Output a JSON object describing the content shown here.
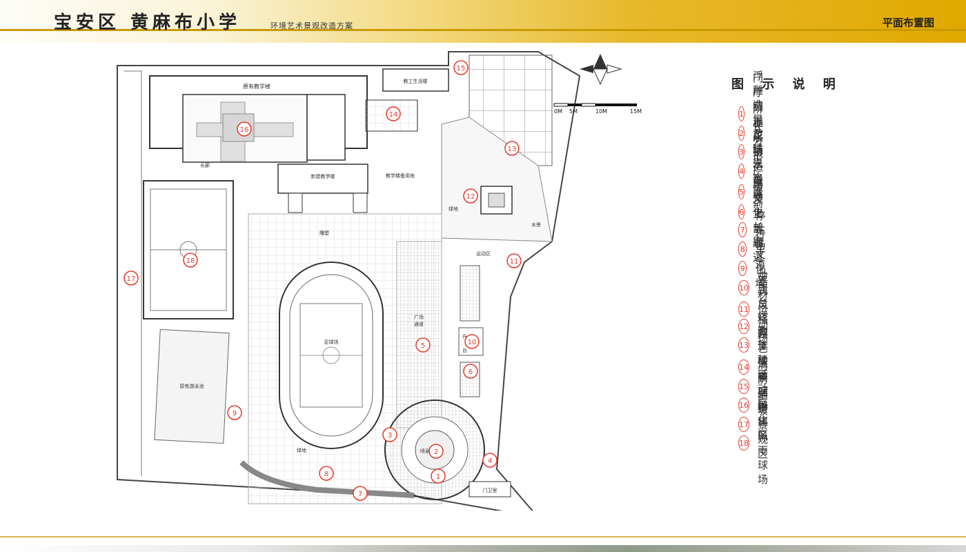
{
  "header": {
    "title": "宝安区 黄麻布小学",
    "subtitle": "环境艺术景观改造方案",
    "page_label": "平面布置图"
  },
  "legend": {
    "title": "图 示 说 明",
    "items": [
      {
        "num": "1",
        "label": "门厅圆形广场"
      },
      {
        "num": "2",
        "label": "浮雕造景及喷泉水景"
      },
      {
        "num": "3",
        "label": "阶梯水景造型墙"
      },
      {
        "num": "4",
        "label": "花坛水景造型"
      },
      {
        "num": "5",
        "label": "长方形广场及上部通道"
      },
      {
        "num": "6",
        "label": "原文化长廊"
      },
      {
        "num": "7",
        "label": "停车场"
      },
      {
        "num": "8",
        "label": "行车道"
      },
      {
        "num": "9",
        "label": "文化墙"
      },
      {
        "num": "10",
        "label": "升旗台"
      },
      {
        "num": "11",
        "label": "器材运动场"
      },
      {
        "num": "12",
        "label": "中式风格园艺造景"
      },
      {
        "num": "13",
        "label": "综合体验区"
      },
      {
        "num": "14",
        "label": "教工楼活动区"
      },
      {
        "num": "15",
        "label": "消防通道"
      },
      {
        "num": "16",
        "label": "中庭绿化区"
      },
      {
        "num": "17",
        "label": "护坡景观区"
      },
      {
        "num": "18",
        "label": "新建风雨球场"
      }
    ]
  },
  "scale_bar": {
    "labels": [
      "0M",
      "5M",
      "10M",
      "15M"
    ]
  },
  "plan_labels": {
    "old_teaching_building": "原有教学楼",
    "staff_building": "教工生活楼",
    "corridor": "长廊",
    "new_teaching_building": "新建教学楼",
    "teaching_reserve": "教学楼备用地",
    "sculpture": "雕塑",
    "sports_area": "运动区",
    "green_1": "绿地",
    "green_2": "绿地",
    "water": "水景",
    "plaza_passage_1": "广场",
    "plaza_passage_2": "通道",
    "football_field": "足球场",
    "pool": "原有游泳池",
    "gate_house": "门卫室",
    "fountain": "喷泉水景",
    "flag_1": "升",
    "flag_2": "台"
  },
  "markers": [
    "1",
    "2",
    "3",
    "4",
    "5",
    "6",
    "7",
    "8",
    "9",
    "10",
    "11",
    "12",
    "13",
    "14",
    "15",
    "16",
    "17",
    "18"
  ],
  "colors": {
    "accent_red": "#e53a2a",
    "header_gold": "#e1a800",
    "line_gray": "#555555"
  }
}
